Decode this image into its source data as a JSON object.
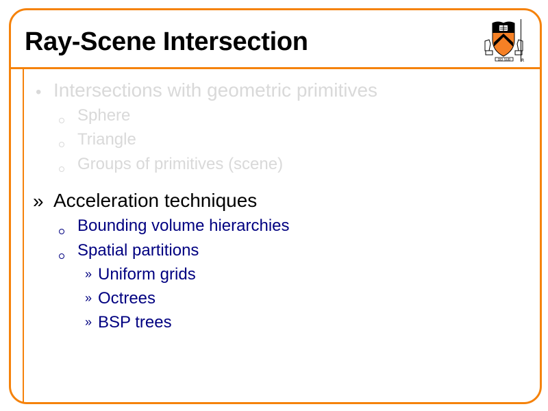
{
  "slide": {
    "title": "Ray-Scene Intersection",
    "logo": {
      "icon": "princeton-shield-logo",
      "colors": {
        "shield_orange": "#f58025",
        "shield_black": "#000000"
      }
    },
    "frame_color": "#f5820a",
    "bullets": [
      {
        "level": 1,
        "marker": "•",
        "text": "Intersections with geometric primitives",
        "state": "faded",
        "children": [
          {
            "level": 2,
            "marker": "◦",
            "text": "Sphere",
            "state": "faded"
          },
          {
            "level": 2,
            "marker": "◦",
            "text": "Triangle",
            "state": "faded"
          },
          {
            "level": 2,
            "marker": "◦",
            "text": "Groups of primitives (scene)",
            "state": "faded"
          }
        ]
      },
      {
        "level": 1,
        "marker": "»",
        "text": "Acceleration techniques",
        "state": "active",
        "children": [
          {
            "level": 2,
            "marker": "◦",
            "text": "Bounding volume hierarchies",
            "state": "active"
          },
          {
            "level": 2,
            "marker": "◦",
            "text": "Spatial partitions",
            "state": "active",
            "children": [
              {
                "level": 3,
                "marker": "»",
                "text": "Uniform grids"
              },
              {
                "level": 3,
                "marker": "»",
                "text": "Octrees"
              },
              {
                "level": 3,
                "marker": "»",
                "text": "BSP trees"
              }
            ]
          }
        ]
      }
    ],
    "colors": {
      "faded_text": "#d9d9d9",
      "active_heading": "#000000",
      "active_sub": "#000080"
    }
  }
}
